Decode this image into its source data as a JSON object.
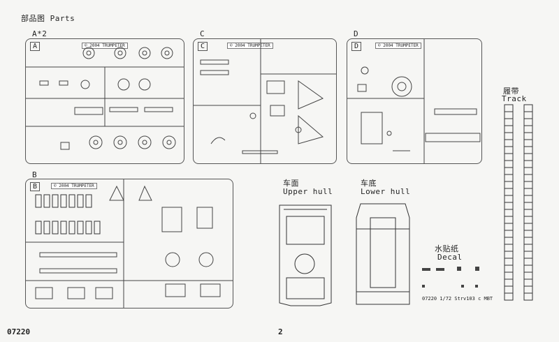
{
  "page": {
    "title": "部品图 Parts",
    "code": "07220",
    "page_number": "2"
  },
  "sprues": [
    {
      "id": "A",
      "header": "A*2",
      "letter": "A",
      "brand": "© 2004 TRUMPETER"
    },
    {
      "id": "C",
      "header": "C",
      "letter": "C",
      "brand": "© 2004 TRUMPETER"
    },
    {
      "id": "D",
      "header": "D",
      "letter": "D",
      "brand": "© 2004 TRUMPETER"
    },
    {
      "id": "B",
      "header": "B",
      "letter": "B",
      "brand": "© 2004 TRUMPETER"
    }
  ],
  "sections": {
    "upper_hull": {
      "cn": "车面",
      "en": "Upper hull"
    },
    "lower_hull": {
      "cn": "车底",
      "en": "Lower hull"
    },
    "decal": {
      "cn": "水贴纸",
      "en": "Decal",
      "caption": "07220 1/72 Strv103 c MBT"
    },
    "track": {
      "cn": "履带",
      "en": "Track"
    }
  },
  "icons": [
    "sprue-frame",
    "wheel-icon",
    "track-link-icon",
    "hull-outline"
  ]
}
